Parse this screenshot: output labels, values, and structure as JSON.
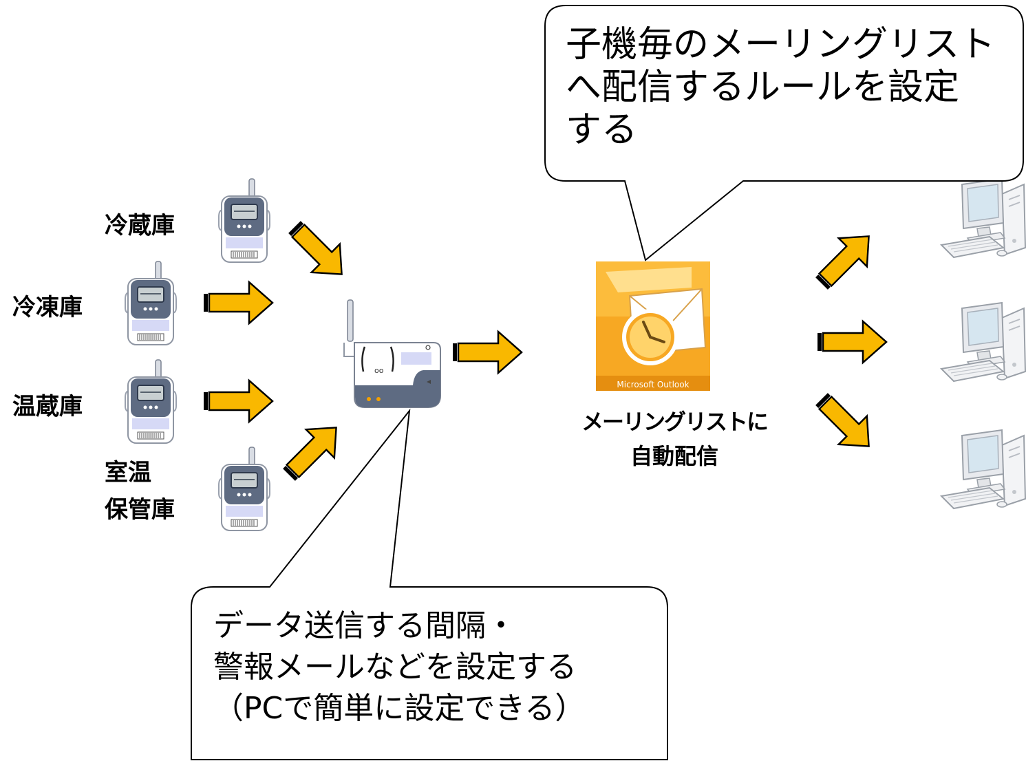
{
  "sensors": [
    {
      "label": "冷蔵庫"
    },
    {
      "label": "冷凍庫"
    },
    {
      "label": "温蔵庫"
    },
    {
      "label_line1": "室温",
      "label_line2": "保管庫"
    }
  ],
  "outlook": {
    "logo_text": "Microsoft Outlook",
    "caption_line1": "メーリングリストに",
    "caption_line2": "自動配信"
  },
  "callout_top": {
    "line1": "子機毎のメーリングリスト",
    "line2": "へ配信するルールを設定",
    "line3": "する"
  },
  "callout_bottom": {
    "line1": "データ送信する間隔・",
    "line2": "警報メールなどを設定する",
    "line3": "（PCで簡単に設定できる）"
  },
  "colors": {
    "arrow_fill": "#F9B800",
    "arrow_outline": "#000000",
    "device_gray": "#5E6B82",
    "outlook_orange": "#F7A823"
  },
  "icons": [
    "data-logger-icon",
    "base-station-icon",
    "outlook-icon",
    "pc-icon",
    "arrow-icon"
  ]
}
